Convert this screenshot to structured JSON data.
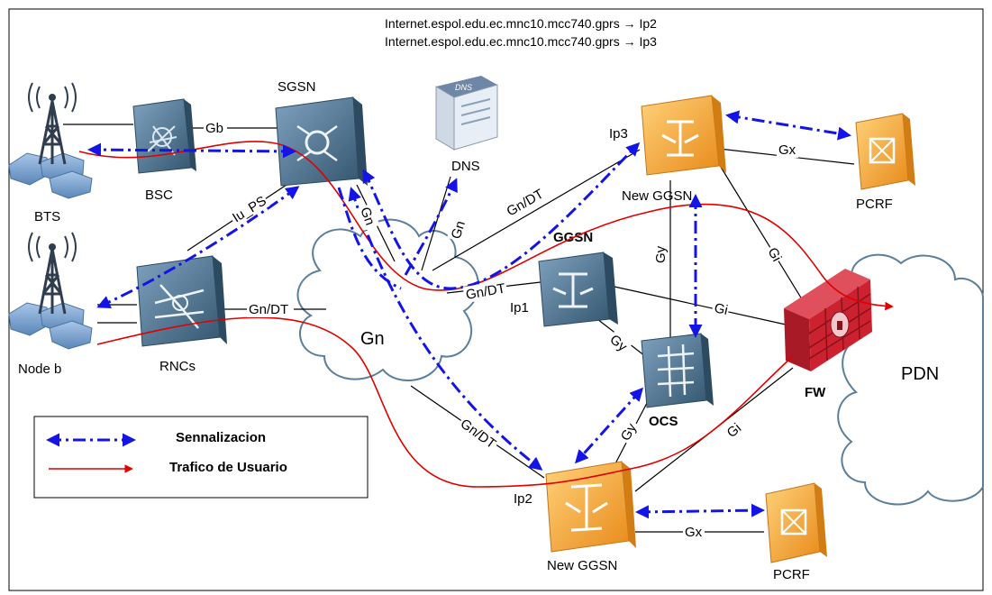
{
  "header": {
    "line1": "Internet.espol.edu.ec.mnc10.mcc740.gprs → Ip2",
    "line2": "Internet.espol.edu.ec.mnc10.mcc740.gprs → Ip3"
  },
  "nodes": {
    "bts": "BTS",
    "bsc": "BSC",
    "sgsn": "SGSN",
    "dns": "DNS",
    "dns_icon_text": "DNS",
    "new_ggsn_top": "New GGSN",
    "pcrf_top": "PCRF",
    "ggsn": "GGSN",
    "node_b": "Node b",
    "rncs": "RNCs",
    "ocs": "OCS",
    "fw": "FW",
    "pdn": "PDN",
    "new_ggsn_bottom": "New GGSN",
    "pcrf_bottom": "PCRF",
    "gn_cloud": "Gn"
  },
  "ips": {
    "ip1": "Ip1",
    "ip2": "Ip2",
    "ip3": "Ip3"
  },
  "interfaces": {
    "gb": "Gb",
    "iu_ps": "Iu_PS",
    "gn_sgsn": "Gn",
    "gn_dns": "Gn",
    "gn_dt_top": "Gn/DT",
    "gn_dt_rnc": "Gn/DT",
    "gn_dt_ggsn": "Gn/DT",
    "gn_dt_bottom": "Gn/DT",
    "gx_top": "Gx",
    "gx_bottom": "Gx",
    "gy_top": "Gy",
    "gy_mid": "Gy",
    "gy_bottom": "Gy",
    "gi_top": "Gi",
    "gi_mid": "Gi",
    "gi_bottom": "Gi"
  },
  "legend": {
    "signaling": "Sennalizacion",
    "user_traffic": "Trafico de Usuario"
  },
  "colors": {
    "signaling": "#1414e6",
    "user_traffic": "#e00000",
    "ggsn_orange": "#f3a43a",
    "pcrf_orange": "#f0a030",
    "sgsn_blue": "#4b6f8e",
    "firewall_red": "#cc2230",
    "cloud_outline": "#5b7f9a"
  }
}
